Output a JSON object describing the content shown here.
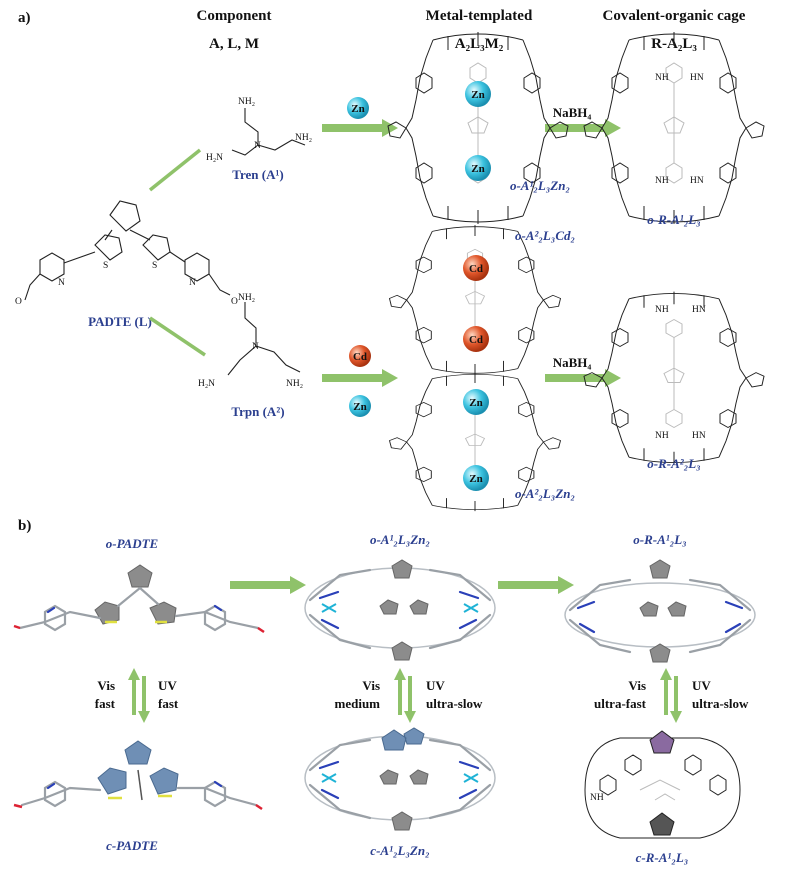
{
  "panel_a": {
    "label": "a)",
    "headers": {
      "component": "Component",
      "component_sub": "A, L, M",
      "metal": "Metal-templated",
      "metal_sub": "A₂L₃M₂",
      "cage": "Covalent-organic cage",
      "cage_sub": "R-A₂L₃"
    },
    "ligand": "PADTE (L)",
    "amine1": "Tren (A¹)",
    "amine2": "Trpn (A²)",
    "metal_zn": "Zn",
    "metal_cd": "Cd",
    "reductant": "NaBH₄",
    "cage1_metal_label": "o-A¹₂L₃Zn₂",
    "cage1_organic_label": "o-R-A¹₂L₃",
    "cage2_cd_label": "o-A²₂L₃Cd₂",
    "cage2_zn_label": "o-A²₂L₃Zn₂",
    "cage2_organic_label": "o-R-A²₂L₃",
    "chem": {
      "nh2": "NH₂",
      "h2n": "H₂N",
      "n": "N",
      "s": "S",
      "o": "O",
      "nh": "NH",
      "hn": "HN"
    }
  },
  "panel_b": {
    "label": "b)",
    "top": {
      "col1": "o-PADTE",
      "col2": "o-A¹₂L₃Zn₂",
      "col3": "o-R-A¹₂L₃"
    },
    "bottom": {
      "col1": "c-PADTE",
      "col2": "c-A¹₂L₃Zn₂",
      "col3": "c-R-A¹₂L₃"
    },
    "switch1": {
      "vis": "Vis",
      "vis_rate": "fast",
      "uv": "UV",
      "uv_rate": "fast"
    },
    "switch2": {
      "vis": "Vis",
      "vis_rate": "medium",
      "uv": "UV",
      "uv_rate": "ultra-slow"
    },
    "switch3": {
      "vis": "Vis",
      "vis_rate": "ultra-fast",
      "uv": "UV",
      "uv_rate": "ultra-slow"
    }
  },
  "colors": {
    "arrow": "#8fc26a",
    "label_blue": "#2b3f8f",
    "zn_sphere": "#3cc3e0",
    "cd_sphere": "#e0562a",
    "closed_ring_blue": "#6f8fb5",
    "closed_ring_purple": "#8a6aa0"
  }
}
